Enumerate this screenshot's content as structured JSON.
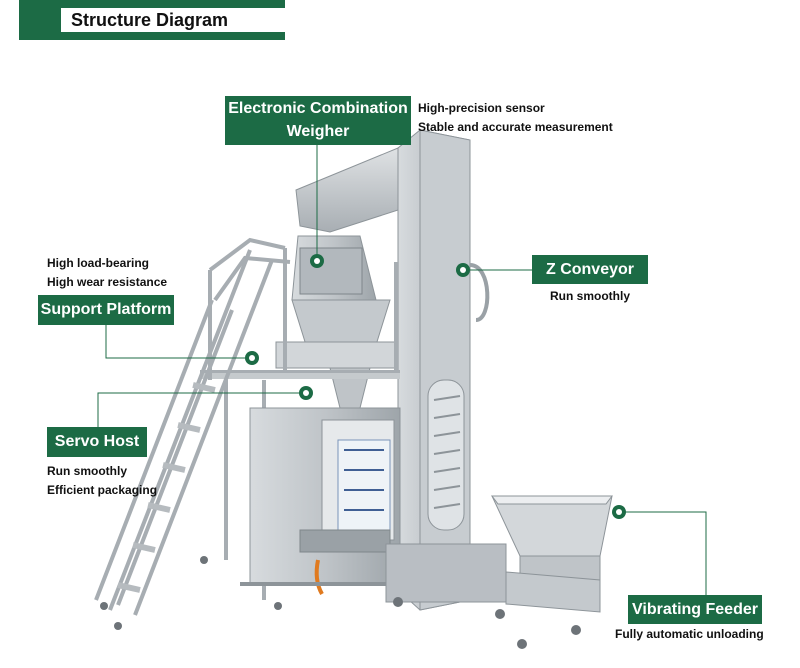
{
  "header": {
    "title": "Structure Diagram"
  },
  "labels": {
    "weigher": {
      "line1": "Electronic Combination",
      "line2": "Weigher",
      "features": [
        "High-precision sensor",
        "Stable and accurate measurement"
      ]
    },
    "z_conveyor": {
      "title": "Z Conveyor",
      "features": [
        "Run smoothly"
      ]
    },
    "support_platform": {
      "title": "Support Platform",
      "features": [
        "High load-bearing",
        "High wear resistance"
      ]
    },
    "servo_host": {
      "title": "Servo Host",
      "features": [
        "Run smoothly",
        "Efficient packaging"
      ]
    },
    "vibrating_feeder": {
      "title": "Vibrating Feeder",
      "features": [
        "Fully automatic unloading"
      ]
    }
  },
  "colors": {
    "accent": "#1c6b45",
    "steel": "#b9bec3",
    "steel_dark": "#8d9499"
  }
}
